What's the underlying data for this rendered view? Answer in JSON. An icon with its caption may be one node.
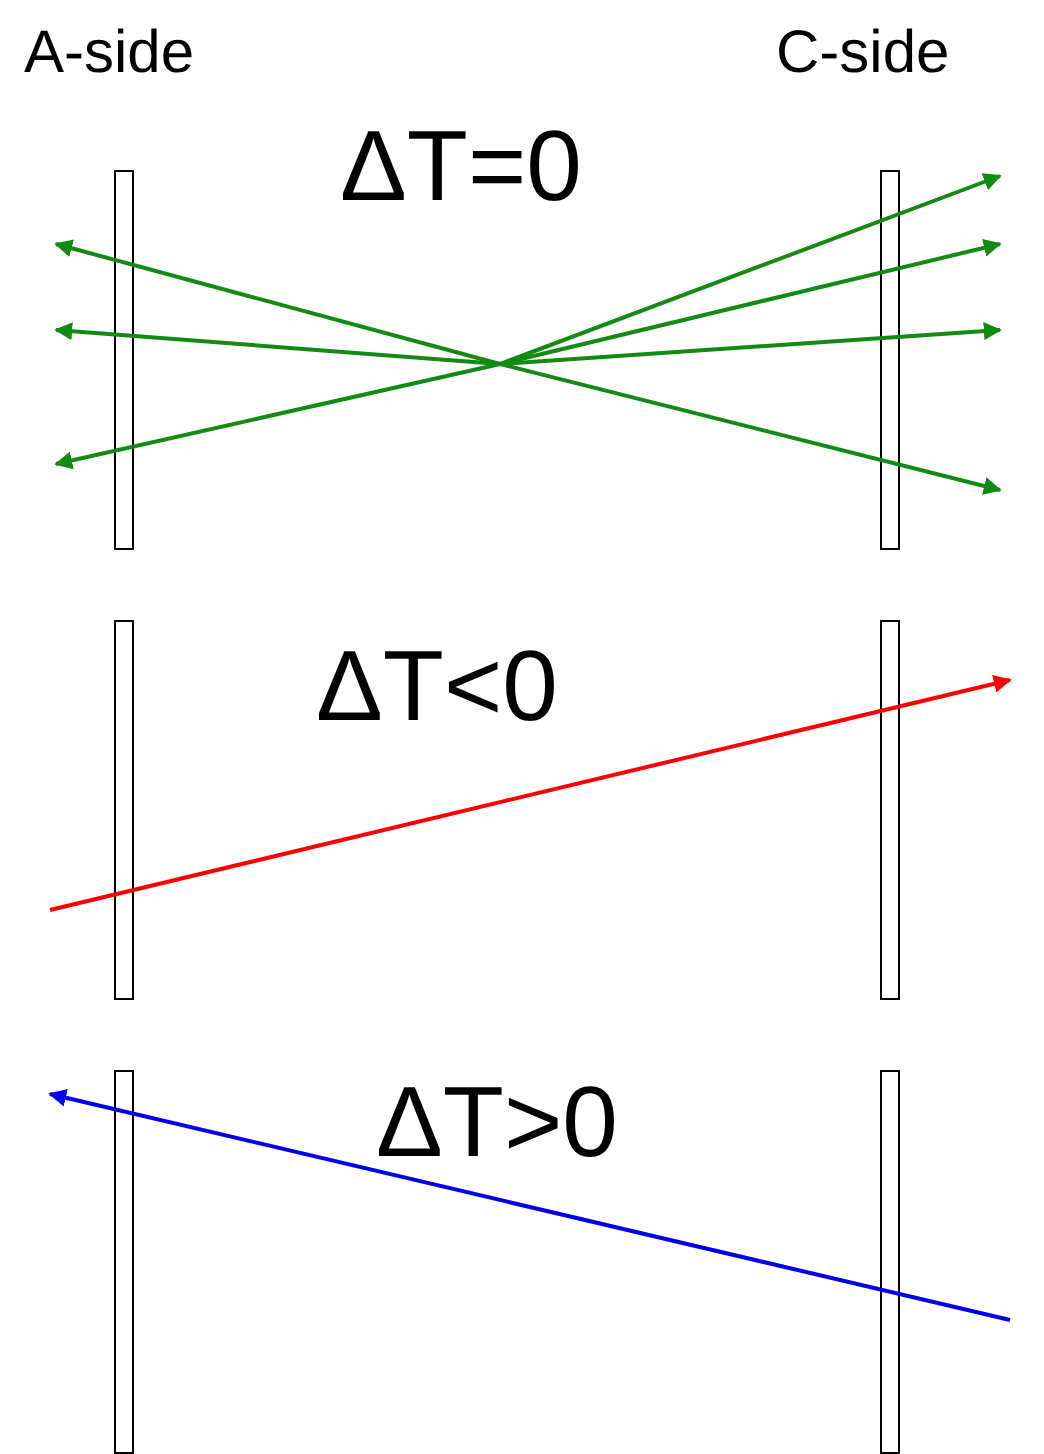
{
  "diagram": {
    "nodes": [
      {
        "text": [],
        "shape": "bar"
      },
      {
        "text": [],
        "shape": "bar"
      },
      {
        "text": [],
        "shape": "bar"
      },
      {
        "text": [],
        "shape": "bar"
      },
      {
        "text": [],
        "shape": "bar"
      },
      {
        "text": [],
        "shape": "bar"
      }
    ],
    "labels": [
      "A-side",
      "C-side",
      "ΔT=0",
      "ΔT<0",
      "ΔT>0"
    ]
  }
}
